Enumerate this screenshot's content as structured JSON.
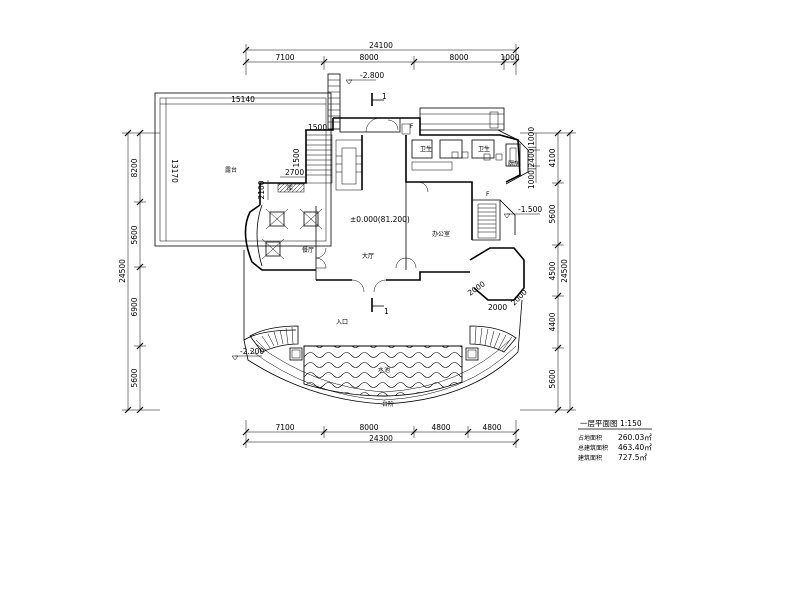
{
  "dimensions": {
    "top_total": "24100",
    "top": [
      "7100",
      "8000",
      "8000",
      "1000"
    ],
    "bottom": [
      "7100",
      "8000",
      "4800",
      "4800"
    ],
    "bottom_total": "24300",
    "left_total": "24500",
    "left": [
      "8200",
      "5600",
      "6900",
      "5600"
    ],
    "right_total": "24500",
    "right": [
      "4100",
      "5600",
      "4500",
      "4400",
      "5600"
    ],
    "right_small": "1000|2400|1000",
    "terrace_width": "15140",
    "terrace_depth": "13170",
    "stair_1500": "1500",
    "stair_2700": "2700",
    "stair_2100": "2100",
    "stair_1500b": "1500",
    "bay_2000a": "2000",
    "bay_2000b": "2000",
    "bay_2000c": "2000"
  },
  "levels": {
    "top": "-2.800",
    "right": "-1.500",
    "left": "-2.200",
    "center": "±0.000(81.200)"
  },
  "section_marks": [
    "1",
    "1"
  ],
  "north_marks": [
    "F",
    "F"
  ],
  "rooms": {
    "terrace": "露台",
    "dining": "餐厅",
    "hall": "大厅",
    "office": "办公室",
    "kitchen": "厨房",
    "toilet": "卫生",
    "entrance": "入口",
    "pool": "水池",
    "store": "库",
    "lawn": "草坪",
    "steps": "台阶"
  },
  "legend": {
    "title": "一层平面图",
    "scale": "1:150",
    "rows": [
      {
        "label": "占地面积",
        "value": "260.03㎡"
      },
      {
        "label": "总建筑面积",
        "value": "463.40㎡"
      },
      {
        "label": "建筑面积",
        "value": "727.5㎡"
      }
    ]
  }
}
